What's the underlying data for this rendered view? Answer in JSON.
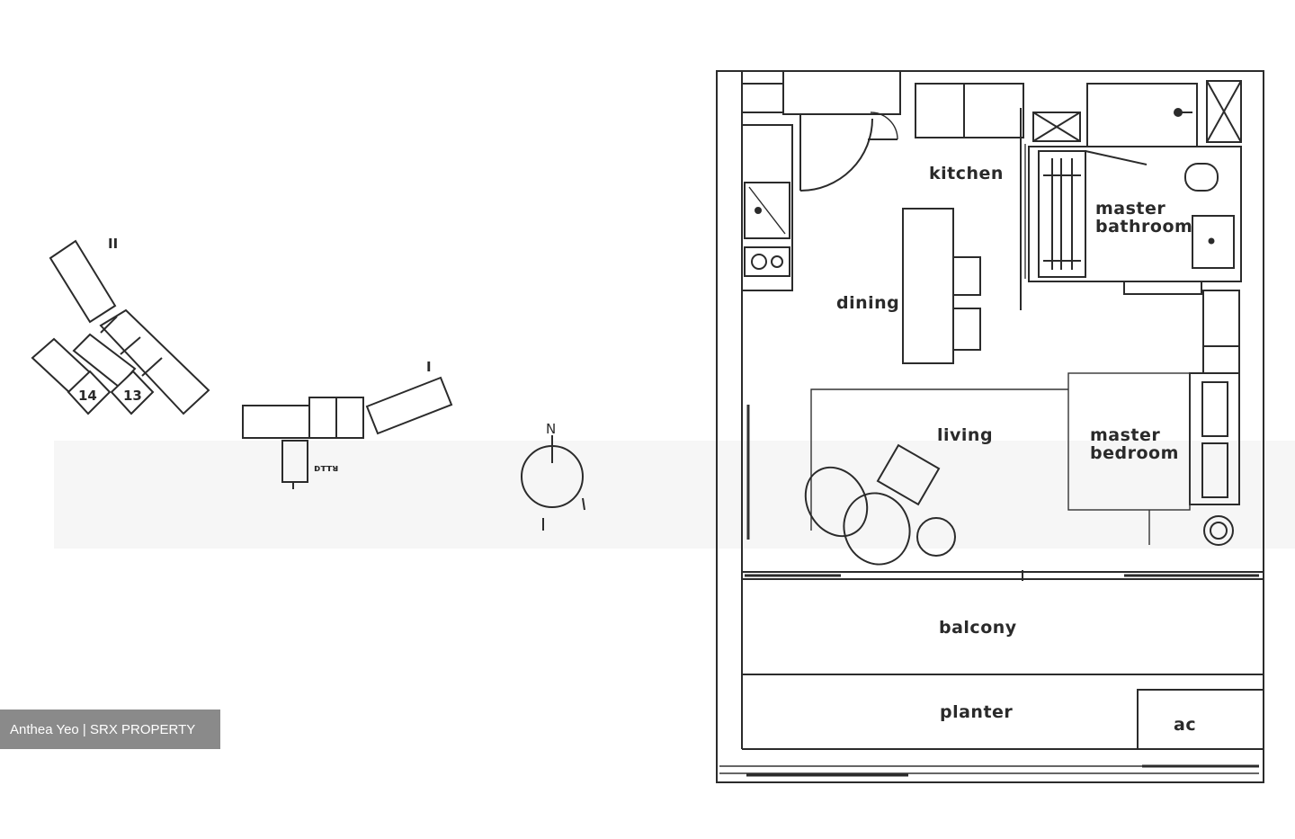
{
  "site_plan": {
    "block_labels": [
      "II",
      "14",
      "13",
      "I"
    ],
    "facility_label": "ᴅᴛᴛᴚ"
  },
  "compass": {
    "north_label": "N"
  },
  "floor_plan": {
    "rooms": {
      "kitchen": "kitchen",
      "dining": "dining",
      "master_bathroom_line1": "master",
      "master_bathroom_line2": "bathroom",
      "living": "living",
      "master_bedroom_line1": "master",
      "master_bedroom_line2": "bedroom",
      "balcony": "balcony",
      "planter": "planter",
      "ac": "ac"
    }
  },
  "watermark": {
    "text": "Anthea Yeo | SRX PROPERTY",
    "bg_color": "#8a8a8a"
  }
}
